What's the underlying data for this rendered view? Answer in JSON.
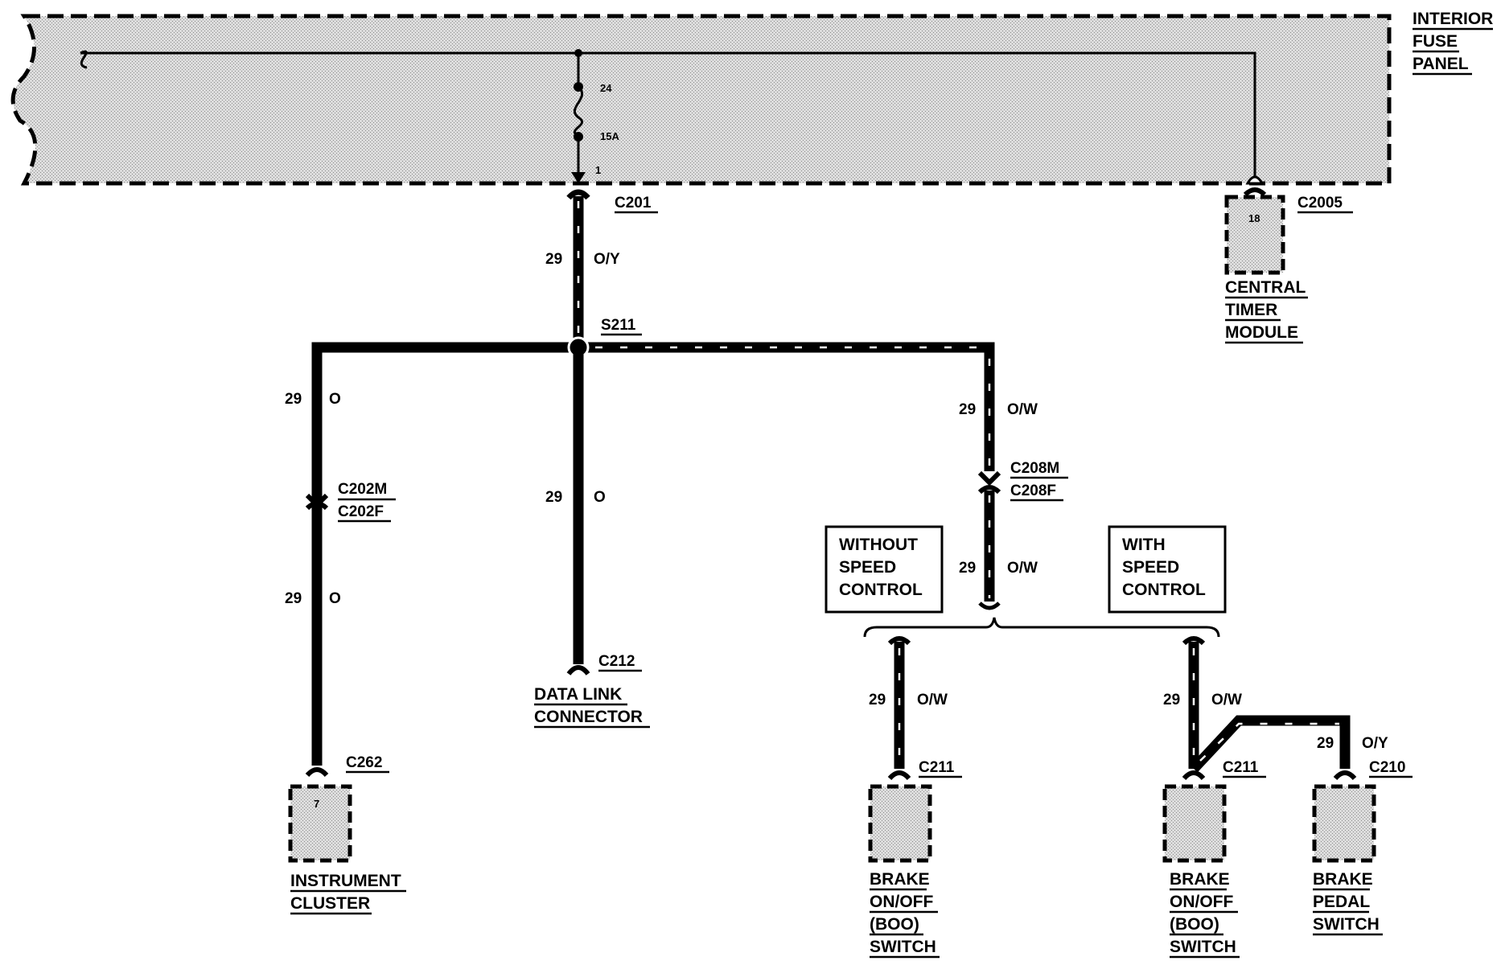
{
  "fuse_panel": {
    "label_lines": [
      "INTERIOR",
      "FUSE",
      "PANEL"
    ],
    "fuse_top_pin": "24",
    "fuse_rating": "15A",
    "fuse_bottom_pin": "1"
  },
  "connectors": {
    "c201": "C201",
    "c2005": "C2005",
    "c2005_pin": "18",
    "s211": "S211",
    "c202m": "C202M",
    "c202f": "C202F",
    "c212": "C212",
    "c208m": "C208M",
    "c208f": "C208F",
    "c262": "C262",
    "c262_pin": "7",
    "c211_left": "C211",
    "c211_right": "C211",
    "c210": "C210"
  },
  "wires": {
    "w1": {
      "circuit": "29",
      "color": "O/Y"
    },
    "w2": {
      "circuit": "29",
      "color": "O"
    },
    "w3": {
      "circuit": "29",
      "color": "O"
    },
    "w4": {
      "circuit": "29",
      "color": "O"
    },
    "w5": {
      "circuit": "29",
      "color": "O/W"
    },
    "w6": {
      "circuit": "29",
      "color": "O/W"
    },
    "w7": {
      "circuit": "29",
      "color": "O/W"
    },
    "w8": {
      "circuit": "29",
      "color": "O/W"
    },
    "w9": {
      "circuit": "29",
      "color": "O/Y"
    }
  },
  "components": {
    "central_timer_module": [
      "CENTRAL",
      "TIMER",
      "MODULE"
    ],
    "data_link_connector": [
      "DATA LINK",
      "CONNECTOR"
    ],
    "instrument_cluster": [
      "INSTRUMENT",
      "CLUSTER"
    ],
    "boo_switch_left": [
      "BRAKE",
      "ON/OFF",
      "(BOO)",
      "SWITCH"
    ],
    "boo_switch_right": [
      "BRAKE",
      "ON/OFF",
      "(BOO)",
      "SWITCH"
    ],
    "brake_pedal_switch": [
      "BRAKE",
      "PEDAL",
      "SWITCH"
    ]
  },
  "options": {
    "without_speed_control": [
      "WITHOUT",
      "SPEED",
      "CONTROL"
    ],
    "with_speed_control": [
      "WITH",
      "SPEED",
      "CONTROL"
    ]
  }
}
